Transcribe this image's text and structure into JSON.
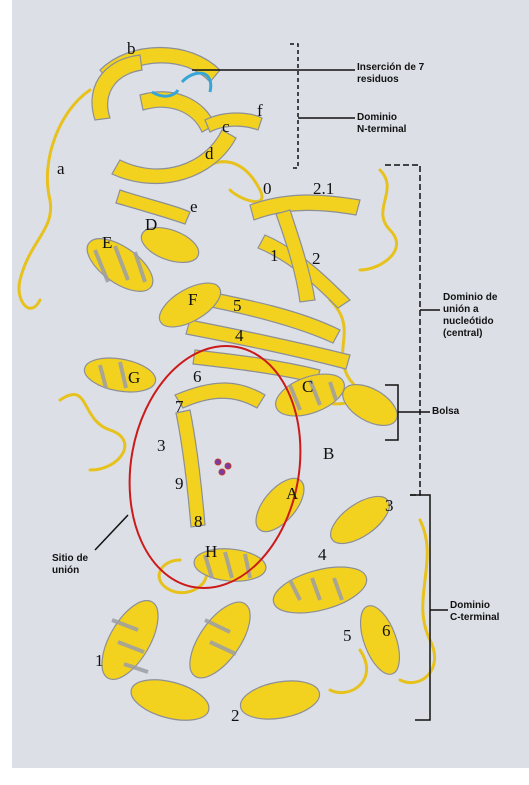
{
  "colors": {
    "paper": "#dcdfe6",
    "helix_yellow": "#f2d21f",
    "helix_gray": "#9c9ea6",
    "coil": "#e7c21c",
    "insertion_loop": "#37a6d6",
    "binding_site_ellipse": "#cc1a1a",
    "bracket": "#111111"
  },
  "strand_labels_n_domain": [
    "a",
    "b",
    "c",
    "d",
    "e",
    "f"
  ],
  "helix_labels_central": [
    "A",
    "B",
    "C",
    "D",
    "E",
    "F",
    "G",
    "H"
  ],
  "strand_labels_central": [
    "0",
    "2.1",
    "1",
    "2",
    "5",
    "4",
    "6",
    "7",
    "3",
    "9",
    "8"
  ],
  "helix_labels_c_domain": [
    "1",
    "2",
    "3",
    "4",
    "5",
    "6"
  ],
  "annotations": {
    "insertion": "Inserción de 7\nresiduos",
    "n_domain": "Dominio\nN-terminal",
    "central_domain": "Dominio de\nunión a\nnucleótido\n(central)",
    "pocket": "Bolsa",
    "binding_site": "Sitio de\nunión",
    "c_domain": "Dominio\nC-terminal"
  }
}
